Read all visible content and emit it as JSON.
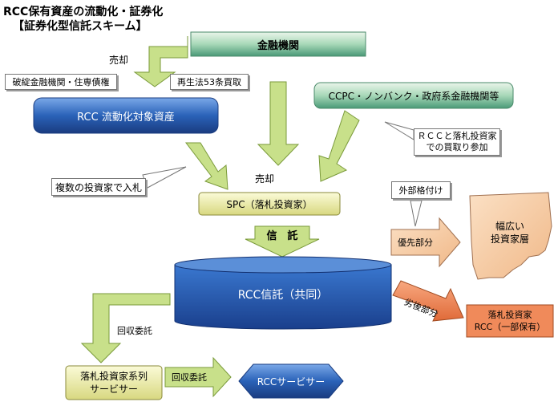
{
  "title": {
    "line1": "RCC保有資産の流動化・証券化",
    "line2": "【証券化型信託スキーム】"
  },
  "nodes": {
    "financial_institutions": "金融機関",
    "rcc_assets": "RCC 流動化対象資産",
    "ccpc": "CCPC・ノンバンク・政府系金融機関等",
    "spc": "SPC（落札投資家）",
    "trust_tank": "RCC信託（共同）",
    "investors": [
      "幅広い",
      "投資家層"
    ],
    "winning_holder": [
      "落札投資家",
      "RCC（一部保有）"
    ],
    "servicer_winning": [
      "落札投資家系列",
      "サービサー"
    ],
    "rcc_servicer": "RCCサービサー"
  },
  "labels": {
    "sale_top": "売却",
    "bankrupt_assets": "破綻金融機関・住専債権",
    "article53": "再生法53条買取",
    "sale_mid": "売却",
    "bidding": "複数の投資家で入札",
    "participation": [
      "ＲＣＣと落札投資家",
      "での買取り参加"
    ],
    "external_rating": "外部格付け",
    "trust": "信　託",
    "senior": "優先部分",
    "subordinate": "劣後部分",
    "collection_consign_left": "回収委託",
    "collection_consign_bottom": "回収委託"
  },
  "colors": {
    "green_arrow": "#c8e08a",
    "green_stroke": "#7a9a3a",
    "blue": "#2a62b8",
    "orange": "#f08a5a",
    "peach": "#f8c8a0",
    "yellow": "#f0f0a8",
    "teal_band": "#5aa088"
  }
}
